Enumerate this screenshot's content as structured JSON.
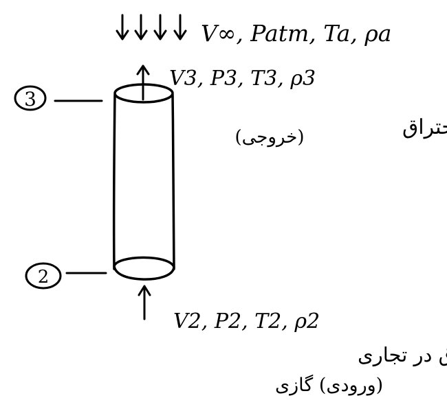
{
  "free_stream": {
    "label": "V∞, Patm, Ta, ρa"
  },
  "outlet": {
    "station": "3",
    "label": "V3, P3, T3, ρ3",
    "note_line1": "گازهای حاصل احتراق",
    "note_line2": "(خروجی)"
  },
  "inlet": {
    "station": "2",
    "label": "V2, P2, T2, ρ2",
    "note_line1": "گازهای حاصل احتراق در تجاری",
    "note_line2": "(ورودی) گازی"
  }
}
